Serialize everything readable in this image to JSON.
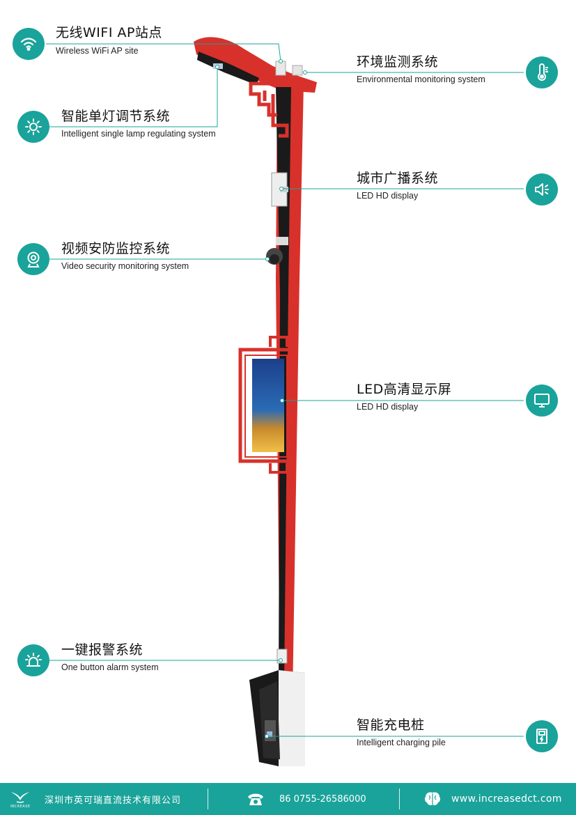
{
  "features": [
    {
      "id": "wifi",
      "zh": "无线WIFI AP站点",
      "en": "Wireless WiFi AP site",
      "icon": "wifi-icon"
    },
    {
      "id": "env",
      "zh": "环境监测系统",
      "en": "Environmental monitoring system",
      "icon": "thermometer-icon"
    },
    {
      "id": "lamp",
      "zh": "智能单灯调节系统",
      "en": "Intelligent single lamp regulating system",
      "icon": "lamp-sun-icon"
    },
    {
      "id": "broadcast",
      "zh": "城市广播系统",
      "en": "LED HD display",
      "icon": "speaker-icon"
    },
    {
      "id": "video",
      "zh": "视频安防监控系统",
      "en": "Video security monitoring system",
      "icon": "webcam-icon"
    },
    {
      "id": "led",
      "zh": "LED高清显示屏",
      "en": "LED HD display",
      "icon": "monitor-icon"
    },
    {
      "id": "alarm",
      "zh": "一键报警系统",
      "en": "One button alarm system",
      "icon": "alarm-light-icon"
    },
    {
      "id": "charging",
      "zh": "智能充电桩",
      "en": "Intelligent charging pile",
      "icon": "charging-station-icon"
    }
  ],
  "footer": {
    "logo_text": "INCREASE",
    "company": "深圳市英可瑞直流技术有限公司",
    "phone": "86 0755-26586000",
    "website": "www.increasedct.com",
    "phone_icon": "telephone-icon",
    "web_icon": "brain-icon"
  },
  "colors": {
    "accent": "#1aa39a",
    "pole": "#d8312b",
    "pole_dark": "#1a1a1a"
  }
}
